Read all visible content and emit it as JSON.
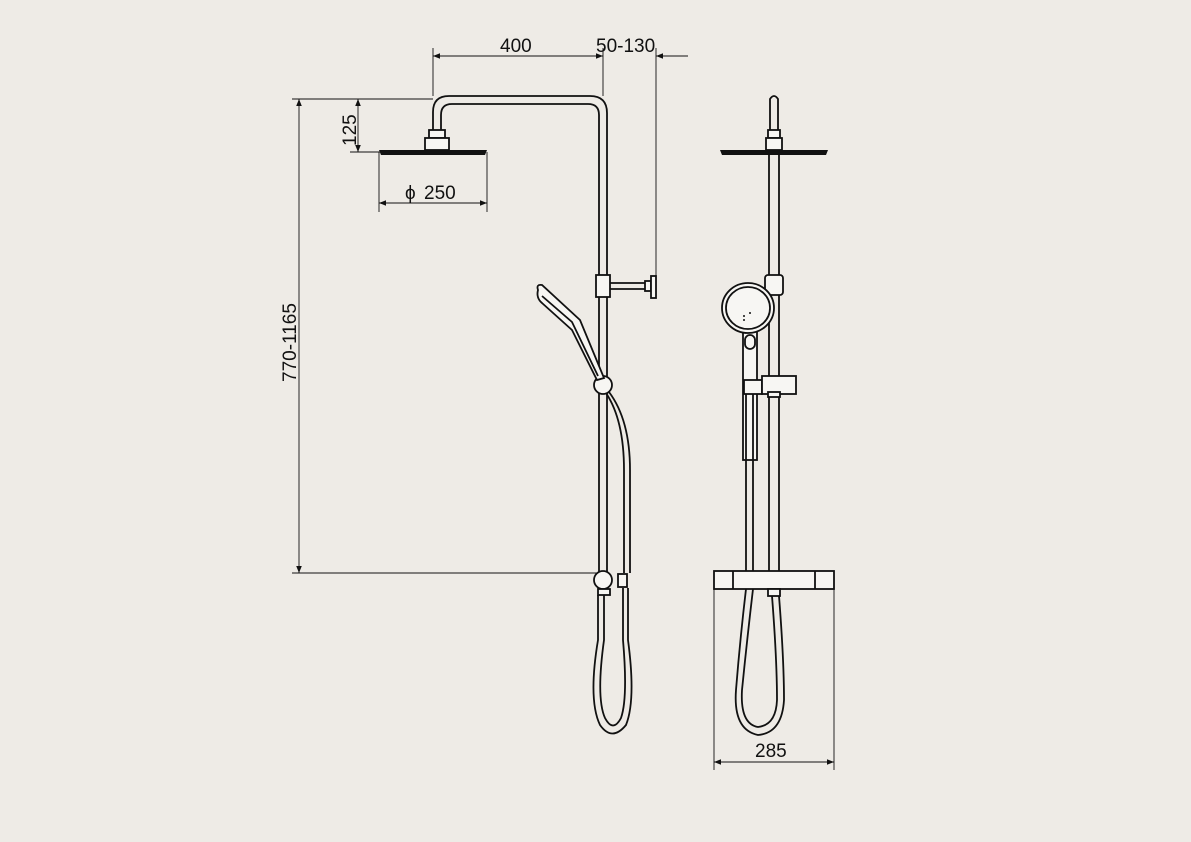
{
  "drawing": {
    "title": "Shower system dimensional drawing",
    "background": "#eeebe6",
    "line_color": "#111111",
    "views": [
      "side-view",
      "front-view"
    ]
  },
  "dimensions": {
    "arm_length": "400",
    "wall_offset": "50-130",
    "head_height": "125",
    "head_diameter_symbol": "ϕ",
    "head_diameter": "250",
    "height_range": "770-1165",
    "width": "285"
  }
}
